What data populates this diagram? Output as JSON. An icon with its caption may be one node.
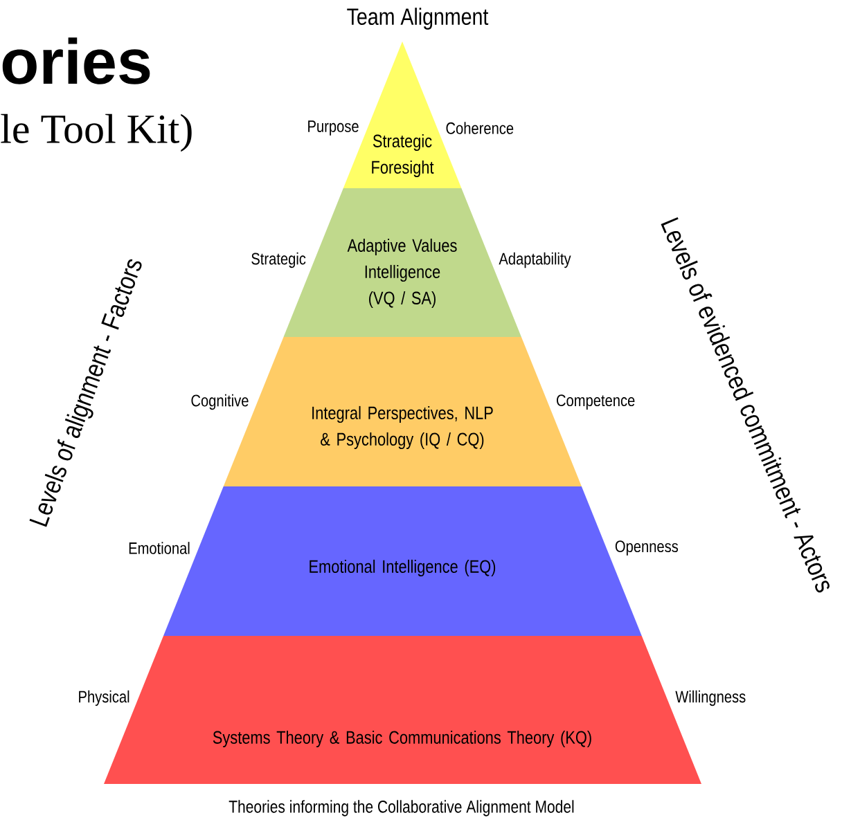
{
  "diagram": {
    "title": "Team Alignment",
    "caption": "Theories informing the Collaborative Alignment Model",
    "nodes": [
      {
        "text": [
          "Strategic Foresight"
        ],
        "beside": [
          "Purpose",
          "Coherence"
        ]
      },
      {
        "text": [
          "Adaptive Values Intelligence (VQ / SA)"
        ],
        "beside": [
          "Strategic",
          "Adaptability"
        ]
      },
      {
        "text": [
          "Integral Perspectives, NLP & Psychology (IQ / CQ)"
        ],
        "beside": [
          "Cognitive",
          "Competence"
        ]
      },
      {
        "text": [
          "Emotional Intelligence (EQ)"
        ],
        "beside": [
          "Emotional",
          "Openness"
        ]
      },
      {
        "text": [
          "Systems Theory & Basic Communications Theory (KQ)"
        ],
        "beside": [
          "Physical",
          "Willingness"
        ]
      }
    ],
    "labels": [
      "ories",
      "le Tool Kit)",
      "Levels of alignment  - Factors",
      "Levels of evidenced commitment  - Actors"
    ]
  }
}
